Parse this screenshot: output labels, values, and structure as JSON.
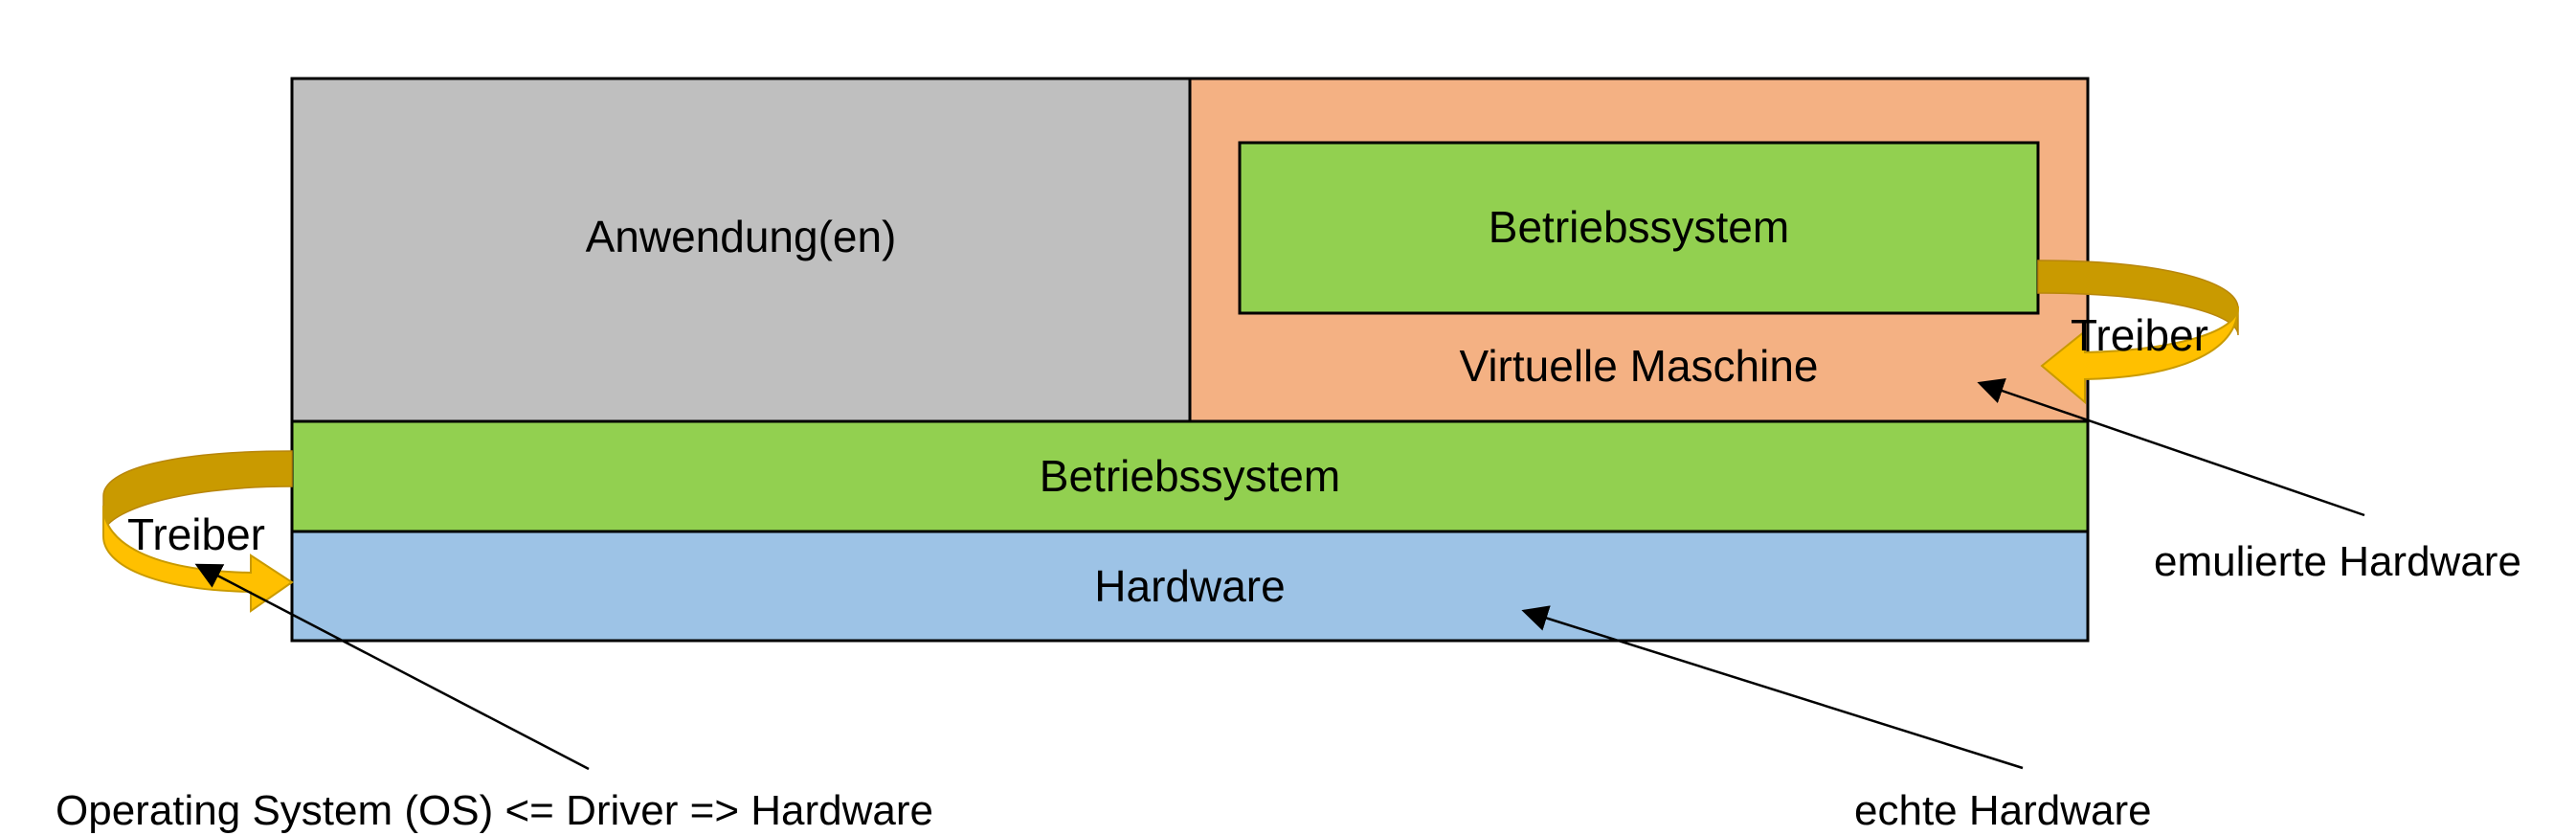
{
  "boxes": {
    "applications": "Anwendung(en)",
    "virtual_machine": "Virtuelle Maschine",
    "guest_os": "Betriebssystem",
    "host_os": "Betriebssystem",
    "hardware": "Hardware"
  },
  "drivers": {
    "host_driver": "Treiber",
    "guest_driver": "Treiber"
  },
  "annotations": {
    "emulated_hardware": "emulierte Hardware",
    "real_hardware": "echte Hardware",
    "os_driver_hardware": "Operating System (OS) <= Driver => Hardware"
  },
  "colors": {
    "applications": "#BFBFBF",
    "virtual_machine": "#F4B183",
    "operating_system": "#92D050",
    "hardware": "#9DC3E6",
    "driver_arrow": "#FFC000",
    "driver_arrow_dark": "#C99A00"
  }
}
